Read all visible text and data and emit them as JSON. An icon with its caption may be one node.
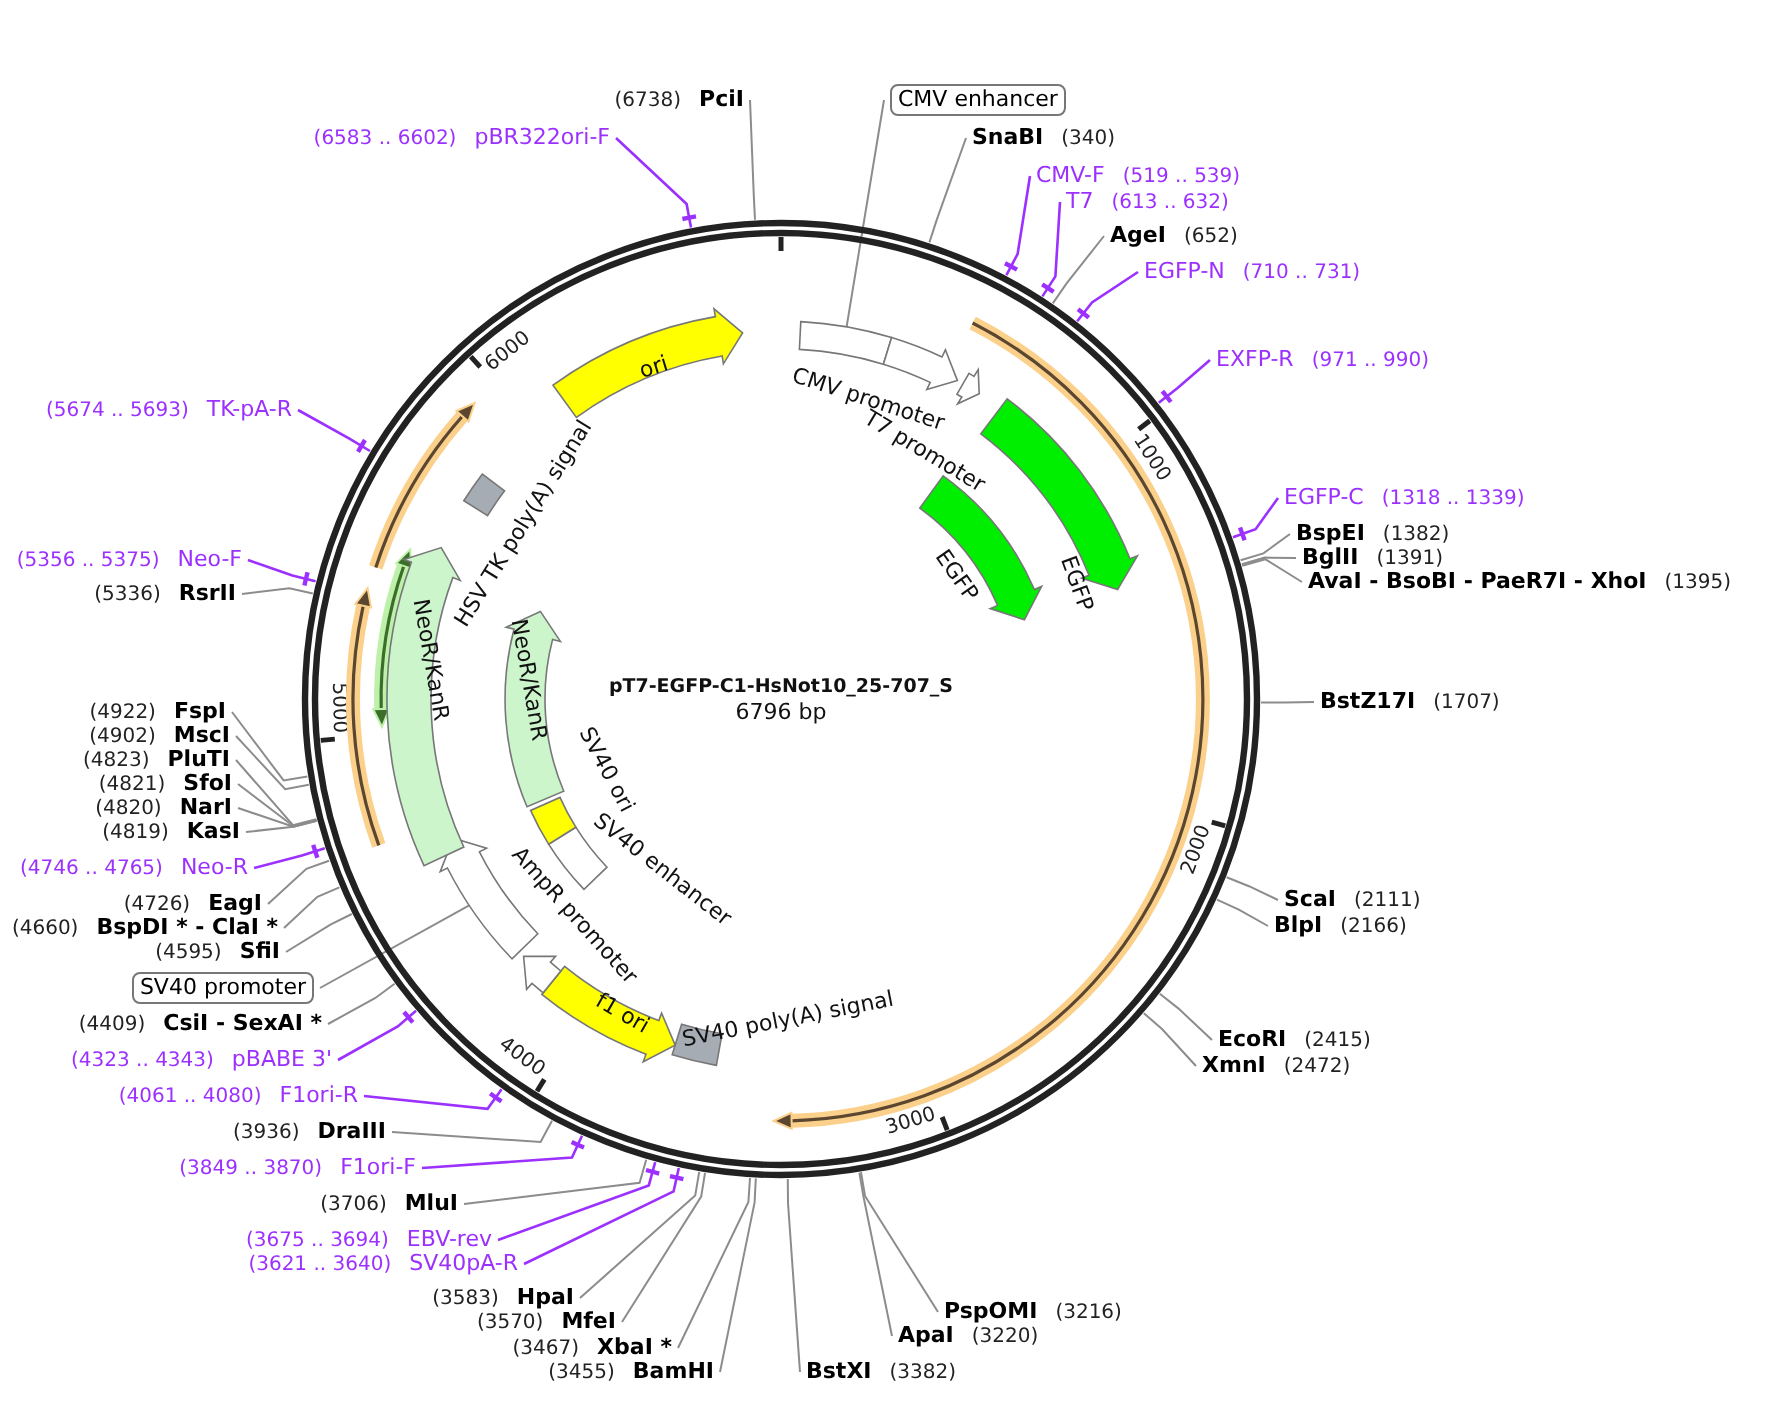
{
  "diagram": {
    "nodes": [
      {
        "text": [
          "pT7-EGFP-C1-HsNot10_25-707_S",
          "6796 bp"
        ]
      },
      {
        "text": [],
        "shape": "box",
        "in": 0
      },
      {
        "text": [
          "CMV promoter"
        ],
        "in": 0
      },
      {
        "text": [
          "T7 promoter"
        ],
        "in": 0
      },
      {
        "text": [
          "EGFP"
        ],
        "in": 0
      },
      {
        "text": [
          "EGFP"
        ],
        "in": 0
      },
      {
        "text": [
          "SV40 poly(A) signal"
        ],
        "in": 0
      },
      {
        "text": [
          "f1 ori"
        ],
        "in": 0
      },
      {
        "text": [
          "AmpR promoter"
        ],
        "in": 0
      },
      {
        "text": [],
        "shape": "arrow",
        "in": 0
      },
      {
        "text": [
          "SV40 enhancer"
        ],
        "in": 0
      },
      {
        "text": [
          "SV40 ori"
        ],
        "in": 0
      },
      {
        "text": [
          "NeoR/KanR"
        ],
        "in": 0
      },
      {
        "text": [
          "NeoR/KanR"
        ],
        "in": 0
      },
      {
        "text": [
          "HSV TK poly(A) signal"
        ],
        "in": 0
      },
      {
        "text": [
          "ori"
        ],
        "in": 0
      },
      {
        "text": [
          "CMV enhancer"
        ]
      },
      {
        "text": [
          "SnaBI",
          "(340)"
        ]
      },
      {
        "text": [
          "CMV-F",
          "(519 .. 539)"
        ]
      },
      {
        "text": [
          "T7",
          "(613 .. 632)"
        ]
      },
      {
        "text": [
          "AgeI",
          "(652)"
        ]
      },
      {
        "text": [
          "EGFP-N",
          "(710 .. 731)"
        ]
      },
      {
        "text": [
          "EXFP-R",
          "(971 .. 990)"
        ]
      },
      {
        "text": [
          "EGFP-C",
          "(1318 .. 1339)"
        ]
      },
      {
        "text": [
          "BspEI",
          "(1382)"
        ]
      },
      {
        "text": [
          "BglII",
          "(1391)"
        ]
      },
      {
        "text": [
          "AvaI - BsoBI - PaeR7I - XhoI",
          "(1395)"
        ]
      },
      {
        "text": [
          "BstZ17I",
          "(1707)"
        ]
      },
      {
        "text": [
          "ScaI",
          "(2111)"
        ]
      },
      {
        "text": [
          "BlpI",
          "(2166)"
        ]
      },
      {
        "text": [
          "EcoRI",
          "(2415)"
        ]
      },
      {
        "text": [
          "XmnI",
          "(2472)"
        ]
      },
      {
        "text": [
          "PspOMI",
          "(3216)"
        ]
      },
      {
        "text": [
          "ApaI",
          "(3220)"
        ]
      },
      {
        "text": [
          "BstXI",
          "(3382)"
        ]
      },
      {
        "text": [
          "(3455)",
          "BamHI"
        ]
      },
      {
        "text": [
          "(3467)",
          "XbaI *"
        ]
      },
      {
        "text": [
          "(3570)",
          "MfeI"
        ]
      },
      {
        "text": [
          "(3583)",
          "HpaI"
        ]
      },
      {
        "text": [
          "(3621 .. 3640)",
          "SV40pA-R"
        ]
      },
      {
        "text": [
          "(3675 .. 3694)",
          "EBV-rev"
        ]
      },
      {
        "text": [
          "(3706)",
          "MluI"
        ]
      },
      {
        "text": [
          "(3849 .. 3870)",
          "F1ori-F"
        ]
      },
      {
        "text": [
          "(3936)",
          "DraIII"
        ]
      },
      {
        "text": [
          "(4061 .. 4080)",
          "F1ori-R"
        ]
      },
      {
        "text": [
          "(4323 .. 4343)",
          "pBABE 3'"
        ]
      },
      {
        "text": [
          "(4409)",
          "CsiI - SexAI *"
        ]
      },
      {
        "text": [
          "SV40 promoter"
        ]
      },
      {
        "text": [
          "(4595)",
          "SfiI"
        ]
      },
      {
        "text": [
          "(4660)",
          "BspDI * - ClaI *"
        ]
      },
      {
        "text": [
          "(4726)",
          "EagI"
        ]
      },
      {
        "text": [
          "(4746 .. 4765)",
          "Neo-R"
        ]
      },
      {
        "text": [
          "(4819)",
          "KasI"
        ]
      },
      {
        "text": [
          "(4820)",
          "NarI"
        ]
      },
      {
        "text": [
          "(4821)",
          "SfoI"
        ]
      },
      {
        "text": [
          "(4823)",
          "PluTI"
        ]
      },
      {
        "text": [
          "(4902)",
          "MscI"
        ]
      },
      {
        "text": [
          "(4922)",
          "FspI"
        ]
      },
      {
        "text": [
          "(5336)",
          "RsrII"
        ]
      },
      {
        "text": [
          "(5356 .. 5375)",
          "Neo-F"
        ]
      },
      {
        "text": [
          "(5674 .. 5693)",
          "TK-pA-R"
        ]
      },
      {
        "text": [
          "(6583 .. 6602)",
          "pBR322ori-F"
        ]
      },
      {
        "text": [
          "(6738)",
          "PciI"
        ]
      }
    ],
    "edges": [
      {
        "from": 16,
        "to": 1,
        "arrow": "none"
      },
      {
        "from": 17,
        "to": 0,
        "arrow": "none"
      },
      {
        "from": 18,
        "to": 0,
        "arrow": "none",
        "color": "#9b30ff"
      },
      {
        "from": 19,
        "to": 0,
        "arrow": "none",
        "color": "#9b30ff"
      },
      {
        "from": 20,
        "to": 0,
        "arrow": "none"
      },
      {
        "from": 21,
        "to": 0,
        "arrow": "none",
        "color": "#9b30ff"
      },
      {
        "from": 22,
        "to": 0,
        "arrow": "none",
        "color": "#9b30ff"
      },
      {
        "from": 23,
        "to": 0,
        "arrow": "none",
        "color": "#9b30ff"
      },
      {
        "from": 24,
        "to": 0,
        "arrow": "none"
      },
      {
        "from": 25,
        "to": 0,
        "arrow": "none"
      },
      {
        "from": 26,
        "to": 0,
        "arrow": "none"
      },
      {
        "from": 27,
        "to": 0,
        "arrow": "none"
      },
      {
        "from": 28,
        "to": 0,
        "arrow": "none"
      },
      {
        "from": 29,
        "to": 0,
        "arrow": "none"
      },
      {
        "from": 30,
        "to": 0,
        "arrow": "none"
      },
      {
        "from": 31,
        "to": 0,
        "arrow": "none"
      },
      {
        "from": 32,
        "to": 0,
        "arrow": "none"
      },
      {
        "from": 33,
        "to": 0,
        "arrow": "none"
      },
      {
        "from": 34,
        "to": 0,
        "arrow": "none"
      },
      {
        "from": 35,
        "to": 0,
        "arrow": "none"
      },
      {
        "from": 36,
        "to": 0,
        "arrow": "none"
      },
      {
        "from": 37,
        "to": 0,
        "arrow": "none"
      },
      {
        "from": 38,
        "to": 0,
        "arrow": "none"
      },
      {
        "from": 39,
        "to": 0,
        "arrow": "none",
        "color": "#9b30ff"
      },
      {
        "from": 40,
        "to": 0,
        "arrow": "none",
        "color": "#9b30ff"
      },
      {
        "from": 41,
        "to": 0,
        "arrow": "none"
      },
      {
        "from": 42,
        "to": 0,
        "arrow": "none",
        "color": "#9b30ff"
      },
      {
        "from": 43,
        "to": 0,
        "arrow": "none"
      },
      {
        "from": 44,
        "to": 0,
        "arrow": "none",
        "color": "#9b30ff"
      },
      {
        "from": 45,
        "to": 0,
        "arrow": "none",
        "color": "#9b30ff"
      },
      {
        "from": 46,
        "to": 0,
        "arrow": "none"
      },
      {
        "from": 47,
        "to": 9,
        "arrow": "none"
      },
      {
        "from": 48,
        "to": 0,
        "arrow": "none"
      },
      {
        "from": 49,
        "to": 0,
        "arrow": "none"
      },
      {
        "from": 50,
        "to": 0,
        "arrow": "none"
      },
      {
        "from": 51,
        "to": 0,
        "arrow": "none",
        "color": "#9b30ff"
      },
      {
        "from": 52,
        "to": 0,
        "arrow": "none"
      },
      {
        "from": 53,
        "to": 0,
        "arrow": "none"
      },
      {
        "from": 54,
        "to": 0,
        "arrow": "none"
      },
      {
        "from": 55,
        "to": 0,
        "arrow": "none"
      },
      {
        "from": 56,
        "to": 0,
        "arrow": "none"
      },
      {
        "from": 57,
        "to": 0,
        "arrow": "none"
      },
      {
        "from": 58,
        "to": 0,
        "arrow": "none"
      },
      {
        "from": 59,
        "to": 0,
        "arrow": "none",
        "color": "#9b30ff"
      },
      {
        "from": 60,
        "to": 0,
        "arrow": "none",
        "color": "#9b30ff"
      },
      {
        "from": 61,
        "to": 0,
        "arrow": "none",
        "color": "#9b30ff"
      },
      {
        "from": 62,
        "to": 0,
        "arrow": "none"
      }
    ],
    "labels": [
      "1000",
      "2000",
      "3000",
      "4000",
      "5000",
      "6000"
    ]
  }
}
